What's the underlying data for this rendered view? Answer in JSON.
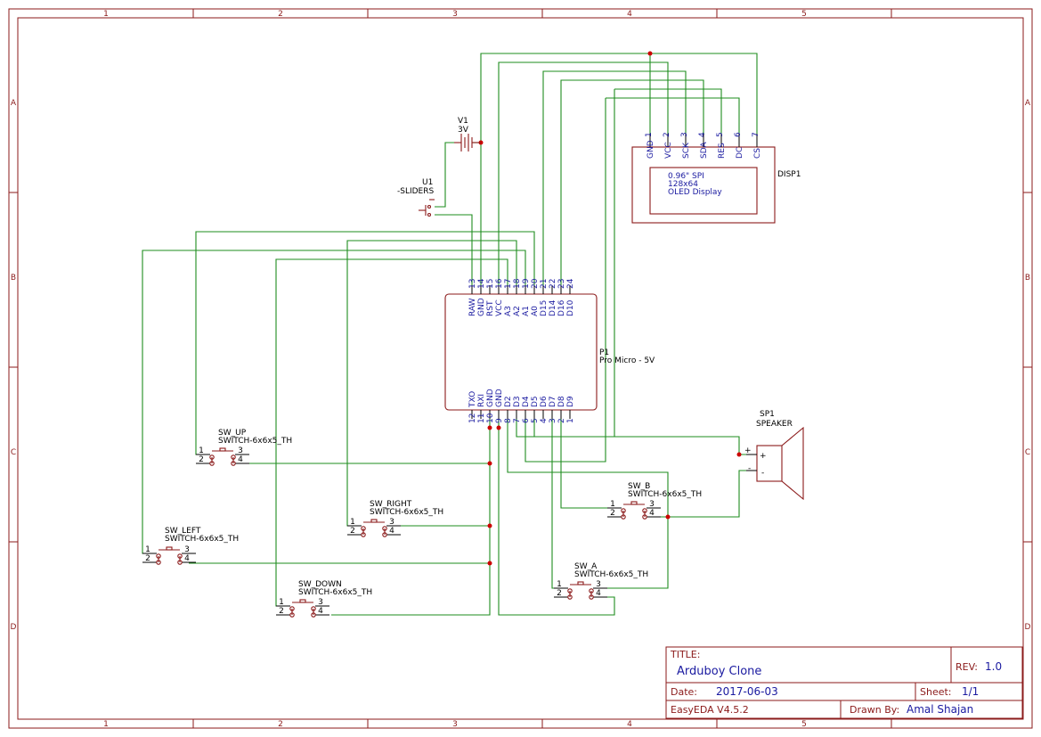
{
  "zones": {
    "columns": [
      "1",
      "2",
      "3",
      "4",
      "5"
    ],
    "rows": [
      "A",
      "B",
      "C",
      "D"
    ]
  },
  "title_block": {
    "title_label": "TITLE:",
    "title": "Arduboy Clone",
    "rev_label": "REV:",
    "rev": "1.0",
    "date_label": "Date:",
    "date": "2017-06-03",
    "sheet_label": "Sheet:",
    "sheet": "1/1",
    "software": "EasyEDA V4.5.2",
    "drawn_label": "Drawn By:",
    "drawn_by": "Amal Shajan"
  },
  "battery": {
    "ref": "V1",
    "value": "3V"
  },
  "slider": {
    "ref": "U1",
    "value": "-SLIDERS"
  },
  "display": {
    "ref": "DISP1",
    "desc1": "0.96\" SPI",
    "desc2": "128x64",
    "desc3": "OLED Display",
    "pins": [
      {
        "name": "GND",
        "num": "1"
      },
      {
        "name": "VCC",
        "num": "2"
      },
      {
        "name": "SCK",
        "num": "3"
      },
      {
        "name": "SDA",
        "num": "4"
      },
      {
        "name": "RES",
        "num": "5"
      },
      {
        "name": "DC",
        "num": "6"
      },
      {
        "name": "CS",
        "num": "7"
      }
    ]
  },
  "mcu": {
    "ref": "P1",
    "value": "Pro Micro - 5V",
    "top_pins": [
      {
        "name": "RAW",
        "num": "13"
      },
      {
        "name": "GND",
        "num": "14"
      },
      {
        "name": "RST",
        "num": "15"
      },
      {
        "name": "VCC",
        "num": "16"
      },
      {
        "name": "A3",
        "num": "17"
      },
      {
        "name": "A2",
        "num": "18"
      },
      {
        "name": "A1",
        "num": "19"
      },
      {
        "name": "A0",
        "num": "20"
      },
      {
        "name": "D15",
        "num": "21"
      },
      {
        "name": "D14",
        "num": "22"
      },
      {
        "name": "D16",
        "num": "23"
      },
      {
        "name": "D10",
        "num": "24"
      }
    ],
    "bottom_pins": [
      {
        "name": "TXO",
        "num": "12"
      },
      {
        "name": "RXI",
        "num": "11"
      },
      {
        "name": "GND",
        "num": "10"
      },
      {
        "name": "GND",
        "num": "9"
      },
      {
        "name": "D2",
        "num": "8"
      },
      {
        "name": "D3",
        "num": "7"
      },
      {
        "name": "D4",
        "num": "6"
      },
      {
        "name": "D5",
        "num": "5"
      },
      {
        "name": "D6",
        "num": "4"
      },
      {
        "name": "D7",
        "num": "3"
      },
      {
        "name": "D8",
        "num": "2"
      },
      {
        "name": "D9",
        "num": "1"
      }
    ]
  },
  "speaker": {
    "ref": "SP1",
    "value": "SPEAKER",
    "plus": "+",
    "minus": "-"
  },
  "switches": [
    {
      "ref": "SW_UP",
      "value": "SWITCH-6x6x5_TH"
    },
    {
      "ref": "SW_RIGHT",
      "value": "SWITCH-6x6x5_TH"
    },
    {
      "ref": "SW_LEFT",
      "value": "SWITCH-6x6x5_TH"
    },
    {
      "ref": "SW_DOWN",
      "value": "SWITCH-6x6x5_TH"
    },
    {
      "ref": "SW_B",
      "value": "SWITCH-6x6x5_TH"
    },
    {
      "ref": "SW_A",
      "value": "SWITCH-6x6x5_TH"
    }
  ],
  "switch_pins": [
    "1",
    "2",
    "3",
    "4"
  ]
}
